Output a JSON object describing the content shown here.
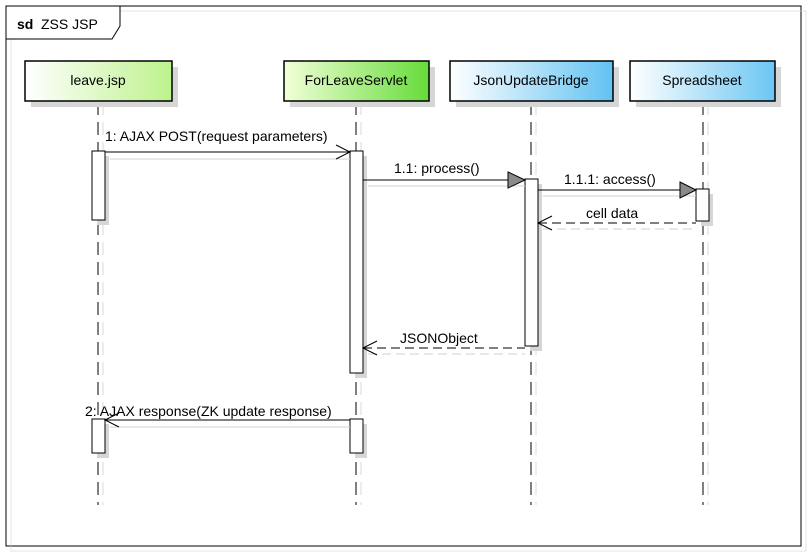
{
  "frame": {
    "keyword": "sd",
    "title": "ZSS JSP"
  },
  "lifelines": [
    {
      "id": "leave",
      "name": "leave.jsp",
      "fill": "#e9fbd7",
      "fill2": "#c4f39a"
    },
    {
      "id": "servlet",
      "name": "ForLeaveServlet",
      "fill": "#dffbb8",
      "fill2": "#7be04a"
    },
    {
      "id": "bridge",
      "name": "JsonUpdateBridge",
      "fill": "#e4f4ff",
      "fill2": "#6fc7f4"
    },
    {
      "id": "sheet",
      "name": "Spreadsheet",
      "fill": "#e8f6ff",
      "fill2": "#79cbf5"
    }
  ],
  "messages": [
    {
      "id": "m1",
      "label": "1: AJAX POST(request parameters)",
      "kind": "async"
    },
    {
      "id": "m2",
      "label": "1.1: process()",
      "kind": "sync"
    },
    {
      "id": "m3",
      "label": "1.1.1: access()",
      "kind": "sync"
    },
    {
      "id": "m4",
      "label": "cell data",
      "kind": "return"
    },
    {
      "id": "m5",
      "label": "JSONObject",
      "kind": "return"
    },
    {
      "id": "m6",
      "label": "2: AJAX response(ZK update response)",
      "kind": "async"
    }
  ]
}
